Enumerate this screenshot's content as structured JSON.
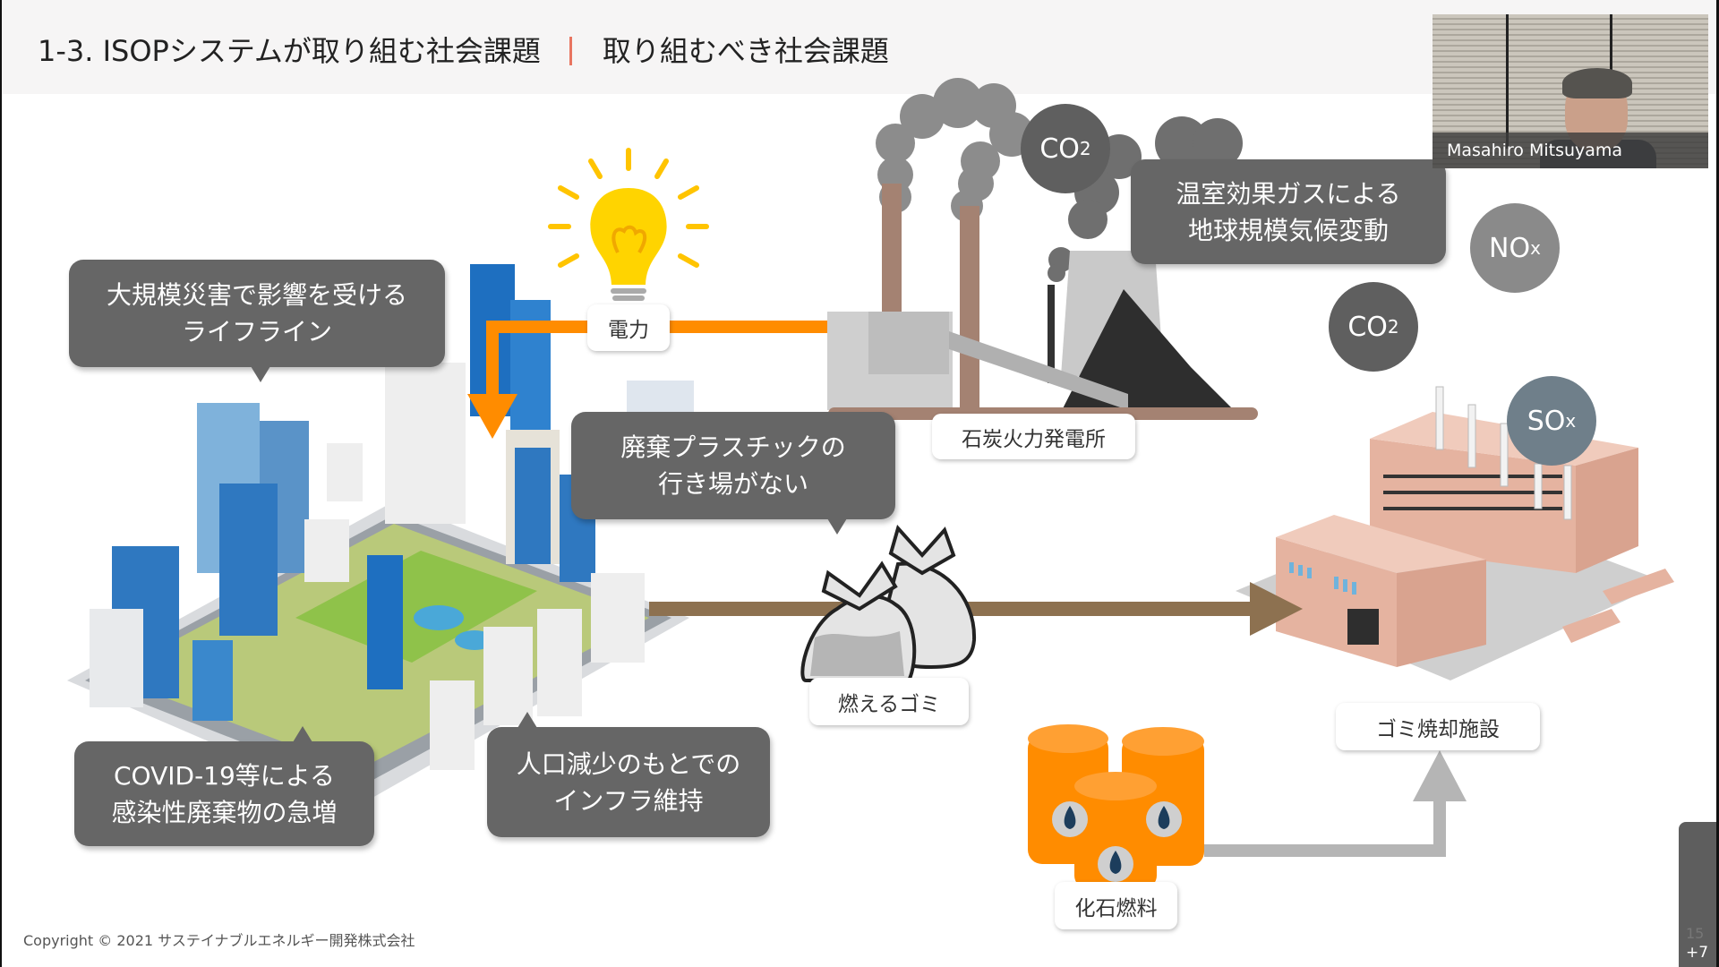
{
  "slide": {
    "title_main": "1-3. ISOPシステムが取り組む社会課題",
    "title_sub": "取り組むべき社会課題",
    "copyright": "Copyright © 2021 サステイナブルエネルギー開発株式会社",
    "page_number": "15"
  },
  "video": {
    "participant_name": "Masahiro Mitsuyama"
  },
  "panel": {
    "more_participants": "+7"
  },
  "bubbles": {
    "lifeline": [
      "大規模災害で影響を受ける",
      "ライフライン"
    ],
    "plastic": [
      "廃棄プラスチックの",
      "行き場がない"
    ],
    "climate": [
      "温室効果ガスによる",
      "地球規模気候変動"
    ],
    "covid": [
      "COVID-19等による",
      "感染性廃棄物の急増"
    ],
    "population": [
      "人口減少のもとでの",
      "インフラ維持"
    ]
  },
  "labels": {
    "electricity": "電力",
    "coal_plant": "石炭火力発電所",
    "burnable_waste": "燃えるゴミ",
    "incinerator": "ゴミ焼却施設",
    "fossil_fuel": "化石燃料"
  },
  "emissions": {
    "co2_top": {
      "main": "CO",
      "sub": "2"
    },
    "co2_mid": {
      "main": "CO",
      "sub": "2"
    },
    "nox": {
      "main": "NO",
      "sub": "x"
    },
    "sox": {
      "main": "SO",
      "sub": "x"
    }
  },
  "colors": {
    "bubble": "#666666",
    "electricity_line": "#ff8c00",
    "waste_line": "#8d7150",
    "fuel_line": "#b5b5b5",
    "title_separator": "#e87560",
    "co2": "#5f5f5f",
    "nox": "#8a8a8a",
    "sox": "#6f7f8a"
  }
}
